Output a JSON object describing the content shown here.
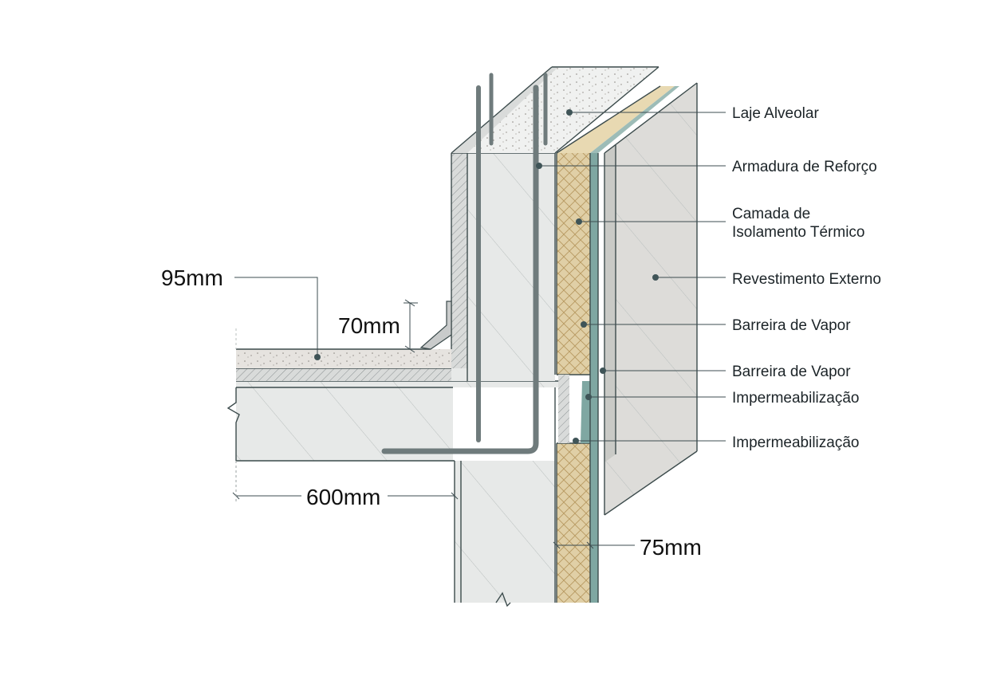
{
  "labels": {
    "laje_alveolar": "Laje Alveolar",
    "armadura_reforco": "Armadura de Reforço",
    "isolamento_line1": "Camada de",
    "isolamento_line2": "Isolamento Térmico",
    "revestimento_externo": "Revestimento Externo",
    "barreira_vapor_1": "Barreira de Vapor",
    "barreira_vapor_2": "Barreira de Vapor",
    "impermeabilizacao_1": "Impermeabilização",
    "impermeabilizacao_2": "Impermeabilização"
  },
  "dimensions": {
    "d95": "95mm",
    "d70": "70mm",
    "d600": "600mm",
    "d75": "75mm"
  },
  "colors": {
    "concrete": "#e7e9e8",
    "concrete_top": "#f0f1f0",
    "insulation": "#e0cfa6",
    "membrane": "#7fa7a2",
    "cladding": "#dddcd9",
    "screed": "#e6e3df",
    "outline": "#3c4b4c"
  }
}
